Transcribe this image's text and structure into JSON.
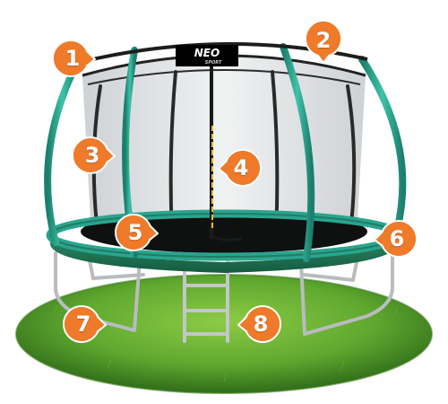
{
  "brand": {
    "logo_main": "NEO",
    "logo_sub": "SPORT"
  },
  "callouts": [
    {
      "number": "1"
    },
    {
      "number": "2"
    },
    {
      "number": "3"
    },
    {
      "number": "4"
    },
    {
      "number": "5"
    },
    {
      "number": "6"
    },
    {
      "number": "7"
    },
    {
      "number": "8"
    }
  ],
  "colors": {
    "callout_orange": "#ee7a2a",
    "frame_teal": "#2aa58f",
    "pad_green": "#1e7a5a",
    "grass": "#4f9b2a",
    "net": "#d6d9db",
    "mat": "#0f1010"
  }
}
